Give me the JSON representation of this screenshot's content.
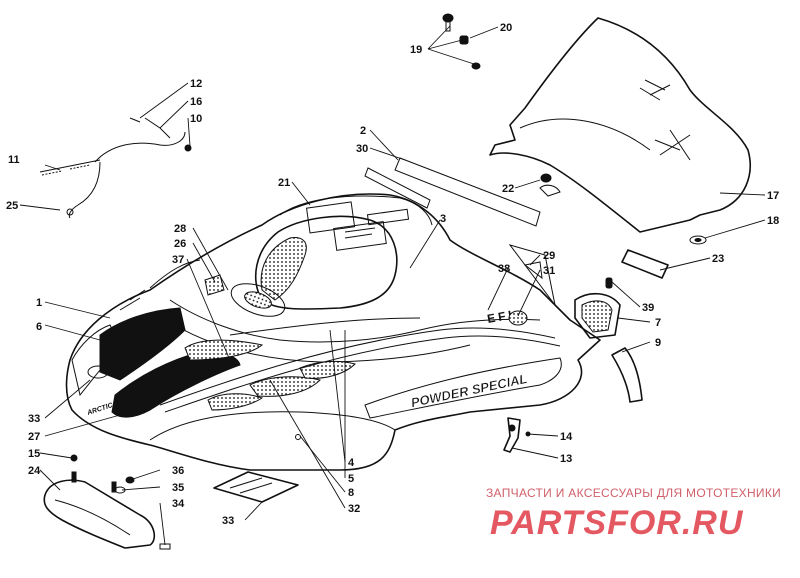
{
  "callouts": [
    {
      "id": "c1",
      "text": "1"
    },
    {
      "id": "c2",
      "text": "2"
    },
    {
      "id": "c3",
      "text": "3"
    },
    {
      "id": "c4",
      "text": "4"
    },
    {
      "id": "c5",
      "text": "5"
    },
    {
      "id": "c6",
      "text": "6"
    },
    {
      "id": "c7",
      "text": "7"
    },
    {
      "id": "c8",
      "text": "8"
    },
    {
      "id": "c9",
      "text": "9"
    },
    {
      "id": "c10",
      "text": "10"
    },
    {
      "id": "c11",
      "text": "11"
    },
    {
      "id": "c12",
      "text": "12"
    },
    {
      "id": "c13",
      "text": "13"
    },
    {
      "id": "c14",
      "text": "14"
    },
    {
      "id": "c15",
      "text": "15"
    },
    {
      "id": "c16",
      "text": "16"
    },
    {
      "id": "c17",
      "text": "17"
    },
    {
      "id": "c18",
      "text": "18"
    },
    {
      "id": "c19",
      "text": "19"
    },
    {
      "id": "c20",
      "text": "20"
    },
    {
      "id": "c21",
      "text": "21"
    },
    {
      "id": "c22",
      "text": "22"
    },
    {
      "id": "c23",
      "text": "23"
    },
    {
      "id": "c24",
      "text": "24"
    },
    {
      "id": "c25",
      "text": "25"
    },
    {
      "id": "c26",
      "text": "26"
    },
    {
      "id": "c27",
      "text": "27"
    },
    {
      "id": "c28",
      "text": "28"
    },
    {
      "id": "c29",
      "text": "29"
    },
    {
      "id": "c30",
      "text": "30"
    },
    {
      "id": "c31",
      "text": "31"
    },
    {
      "id": "c32",
      "text": "32"
    },
    {
      "id": "c33a",
      "text": "33"
    },
    {
      "id": "c33b",
      "text": "33"
    },
    {
      "id": "c34",
      "text": "34"
    },
    {
      "id": "c35",
      "text": "35"
    },
    {
      "id": "c36",
      "text": "36"
    },
    {
      "id": "c37",
      "text": "37"
    },
    {
      "id": "c38",
      "text": "38"
    },
    {
      "id": "c39",
      "text": "39"
    }
  ],
  "decals": {
    "brand": "ARCTIC CAT",
    "efi": "EFI",
    "model": "POWDER SPECIAL"
  },
  "watermark": {
    "tagline": "ЗАПЧАСТИ И АКСЕССУАРЫ ДЛЯ МОТОТЕХНИКИ",
    "brand": "PARTSFOR.RU"
  },
  "colors": {
    "ink": "#111111",
    "watermark": "#e45862"
  }
}
